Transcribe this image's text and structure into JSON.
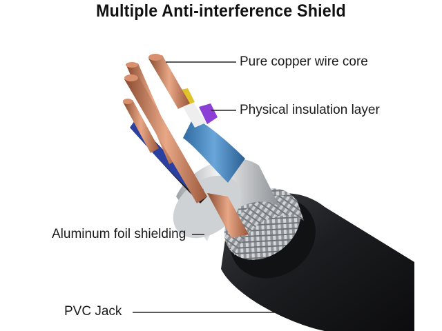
{
  "title": "Multiple Anti-interference Shield",
  "labels": {
    "copper_core": "Pure copper wire core",
    "insulation": "Physical insulation layer",
    "foil": "Aluminum foil shielding",
    "jacket": "PVC Jack"
  },
  "colors": {
    "jacket": "#1c1d20",
    "braid": "#b9bcc0",
    "foil": "#d9dcdf",
    "copper": "#c47a5a",
    "insulation_blue": "#3f7fb8",
    "insulation_purple": "#8b3fd6",
    "insulation_black": "#1a1a1a",
    "insulation_white": "#eeeeee",
    "insulation_yellow": "#e0c22a"
  }
}
